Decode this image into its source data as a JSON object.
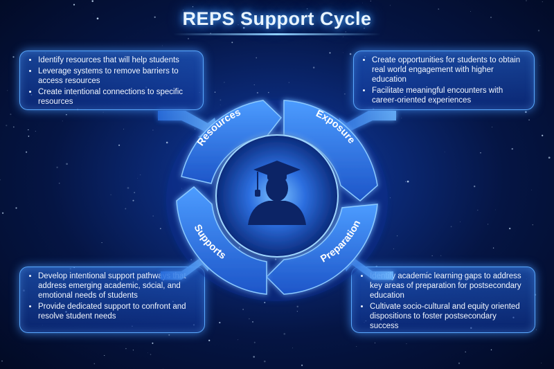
{
  "title": "REPS Support Cycle",
  "cycle": {
    "segments": [
      "Resources",
      "Exposure",
      "Preparation",
      "Supports"
    ],
    "center_icon": "graduate-silhouette-icon"
  },
  "boxes": {
    "resources": {
      "items": [
        "Identify resources that will help students",
        "Leverage systems to remove barriers to access resources",
        "Create intentional connections to specific resources"
      ]
    },
    "exposure": {
      "items": [
        "Create opportunities for students to obtain real world engagement with higher education",
        "Facilitate meaningful encounters with career-oriented experiences"
      ]
    },
    "supports": {
      "items": [
        "Develop intentional support pathways that address emerging academic, social, and emotional needs of students",
        "Provide dedicated support to confront and resolve student needs"
      ]
    },
    "preparation": {
      "items": [
        "Identify academic learning gaps to address key areas of preparation for postsecondary education",
        "Cultivate socio-cultural and equity oriented dispositions to foster postsecondary success"
      ]
    }
  },
  "colors": {
    "background": "#041340",
    "accent": "#4aa8ff",
    "ring": "#2f7df0",
    "text": "#ffffff"
  }
}
